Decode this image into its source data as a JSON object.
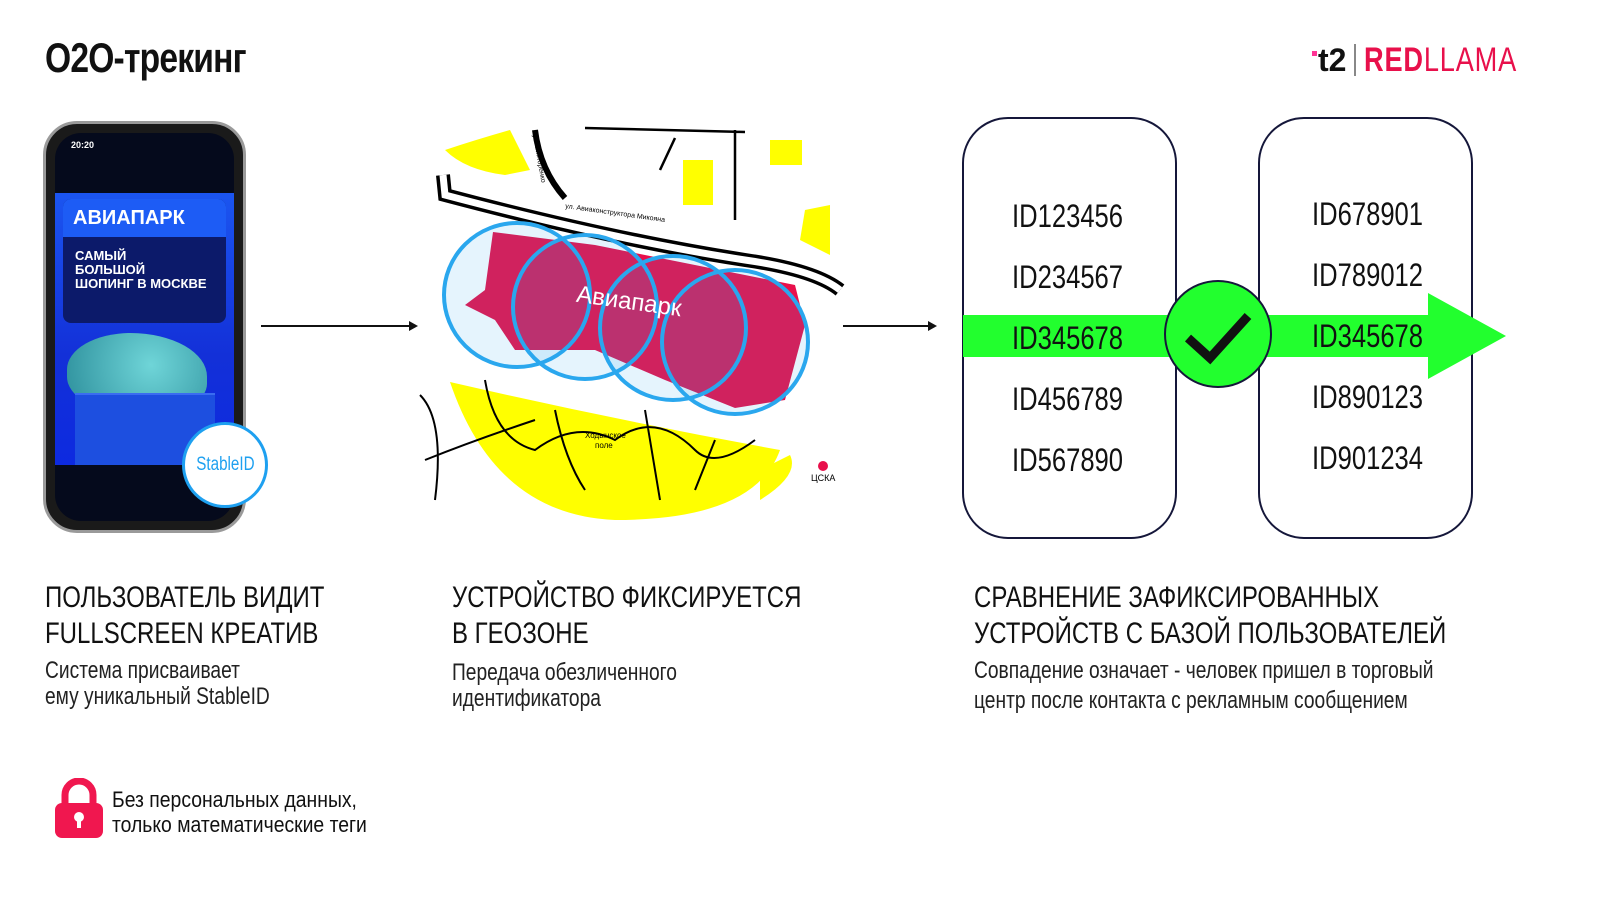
{
  "title": "O2O-трекинг",
  "logo": {
    "t2": "t2",
    "brand_bold": "RED",
    "brand_light": "LLAMA"
  },
  "phone": {
    "time": "20:20",
    "ad_brand": "АВИАПАРК",
    "ad_headline": [
      "САМЫЙ",
      "БОЛЬШОЙ",
      "ШОПИНГ В МОСКВЕ"
    ],
    "badge": "StableID"
  },
  "map": {
    "mall_label": "Авиапарк",
    "street_main": "ул. Авиаконструктора Микояна",
    "street_side": "ул. Викторенко",
    "park_label": [
      "Ходынское",
      "поле"
    ],
    "metro_label": "ЦСКА"
  },
  "ids": {
    "left": [
      "ID123456",
      "ID234567",
      "ID345678",
      "ID456789",
      "ID567890"
    ],
    "right": [
      "ID678901",
      "ID789012",
      "ID345678",
      "ID890123",
      "ID901234"
    ],
    "match_index": 2
  },
  "steps": [
    {
      "heading": [
        "ПОЛЬЗОВАТЕЛЬ ВИДИТ",
        "FULLSCREEN КРЕАТИВ"
      ],
      "desc": [
        "Система присваивает",
        "ему уникальный StableID"
      ]
    },
    {
      "heading": [
        "УСТРОЙСТВО ФИКСИРУЕТСЯ",
        "В ГЕОЗОНЕ"
      ],
      "desc": [
        "Передача обезличенного",
        "идентификатора"
      ]
    },
    {
      "heading": [
        "СРАВНЕНИЕ ЗАФИКСИРОВАННЫХ",
        "УСТРОЙСТВ С БАЗОЙ ПОЛЬЗОВАТЕЛЕЙ"
      ],
      "desc": [
        "Совпадение означает - человек пришел в торговый",
        "центр после контакта с рекламным сообщением"
      ]
    }
  ],
  "note": [
    "Без персональных данных,",
    "только математические теги"
  ],
  "colors": {
    "accent": "#e8104b",
    "match": "#22ff2e",
    "geo": "#2aa7ee",
    "park": "#ffff00"
  }
}
